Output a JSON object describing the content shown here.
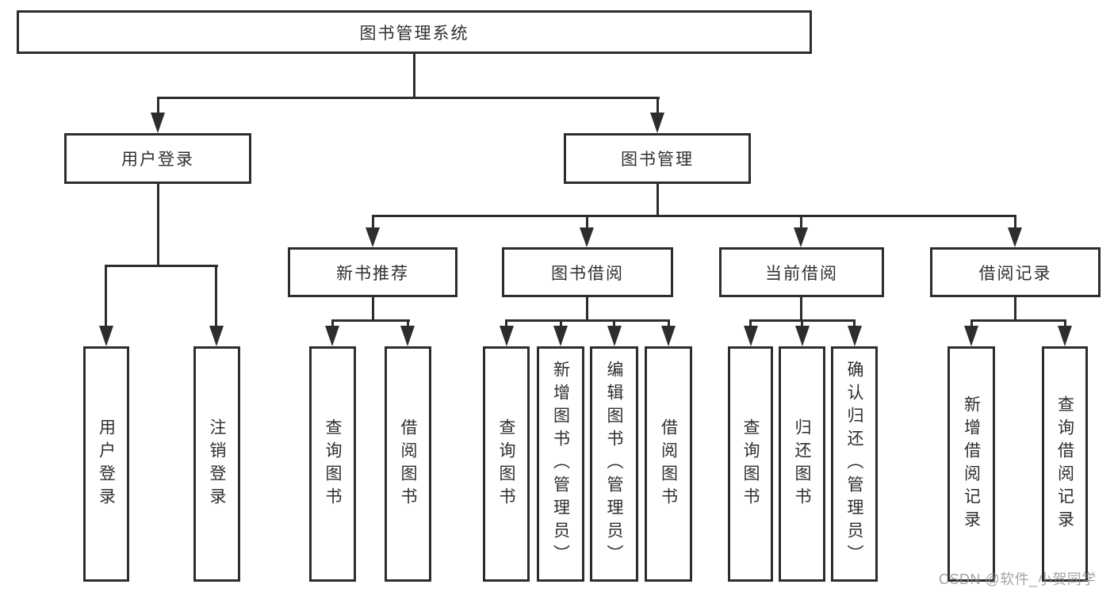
{
  "diagram": {
    "title_node": {
      "label": "图书管理系统"
    },
    "level2": {
      "user_login": {
        "label": "用户登录"
      },
      "book_mgmt": {
        "label": "图书管理"
      }
    },
    "level3": {
      "new_book_rec": {
        "label": "新书推荐"
      },
      "book_borrow": {
        "label": "图书借阅"
      },
      "current_borrow": {
        "label": "当前借阅"
      },
      "borrow_records": {
        "label": "借阅记录"
      }
    },
    "leaves": {
      "login": {
        "label": "用户登录"
      },
      "logout": {
        "label": "注销登录"
      },
      "newbook_query": {
        "label": "查询图书"
      },
      "newbook_borrow": {
        "label": "借阅图书"
      },
      "borrow_query": {
        "label": "查询图书"
      },
      "borrow_add": {
        "label": "新增图书（管理员）"
      },
      "borrow_edit": {
        "label": "编辑图书（管理员）"
      },
      "borrow_borrow": {
        "label": "借阅图书"
      },
      "current_query": {
        "label": "查询图书"
      },
      "current_return": {
        "label": "归还图书"
      },
      "current_confirm": {
        "label": "确认归还（管理员）"
      },
      "records_add": {
        "label": "新增借阅记录"
      },
      "records_query": {
        "label": "查询借阅记录"
      }
    },
    "colors": {
      "line": "#2d2d2d",
      "text": "#2f2f2f",
      "box_background": "#ffffff",
      "watermark": "#8c8c8c"
    }
  },
  "watermark": "CSDN @软件_小贺同学"
}
